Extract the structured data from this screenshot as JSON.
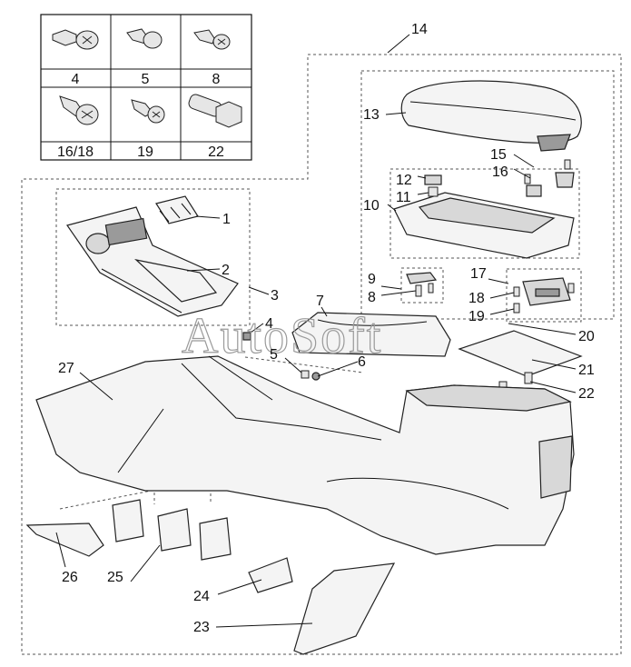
{
  "watermark": "AutoSoft",
  "fastener_table": {
    "row1": [
      "4",
      "5",
      "8"
    ],
    "row2": [
      "16/18",
      "19",
      "22"
    ]
  },
  "callouts": [
    {
      "id": "c1",
      "text": "1"
    },
    {
      "id": "c2",
      "text": "2"
    },
    {
      "id": "c3",
      "text": "3"
    },
    {
      "id": "c4",
      "text": "4"
    },
    {
      "id": "c5",
      "text": "5"
    },
    {
      "id": "c6",
      "text": "6"
    },
    {
      "id": "c7",
      "text": "7"
    },
    {
      "id": "c8",
      "text": "8"
    },
    {
      "id": "c9",
      "text": "9"
    },
    {
      "id": "c10",
      "text": "10"
    },
    {
      "id": "c11",
      "text": "11"
    },
    {
      "id": "c12",
      "text": "12"
    },
    {
      "id": "c13",
      "text": "13"
    },
    {
      "id": "c14",
      "text": "14"
    },
    {
      "id": "c15",
      "text": "15"
    },
    {
      "id": "c16",
      "text": "16"
    },
    {
      "id": "c17",
      "text": "17"
    },
    {
      "id": "c18",
      "text": "18"
    },
    {
      "id": "c19",
      "text": "19"
    },
    {
      "id": "c20",
      "text": "20"
    },
    {
      "id": "c21",
      "text": "21"
    },
    {
      "id": "c22",
      "text": "22"
    },
    {
      "id": "c23",
      "text": "23"
    },
    {
      "id": "c24",
      "text": "24"
    },
    {
      "id": "c25",
      "text": "25"
    },
    {
      "id": "c26",
      "text": "26"
    },
    {
      "id": "c27",
      "text": "27"
    }
  ]
}
